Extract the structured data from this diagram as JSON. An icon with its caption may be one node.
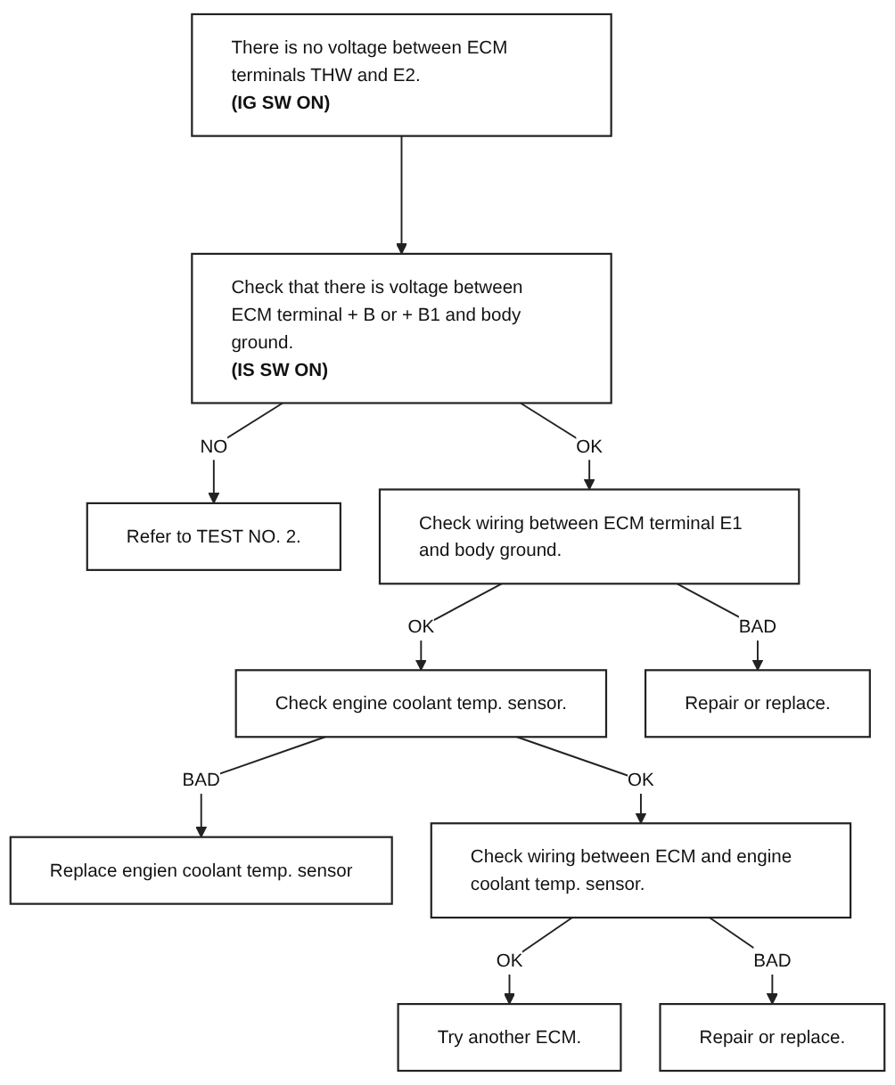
{
  "diagram": {
    "nodes": [
      {
        "text": [
          "There is no voltage between ECM terminals THW and E2.",
          "(IG SW ON)"
        ]
      },
      {
        "text": [
          "Check that there is voltage between ECM terminal + B or + B1 and body ground.",
          "(IS SW ON)"
        ]
      },
      {
        "text": [
          "Refer to TEST NO. 2."
        ]
      },
      {
        "text": [
          "Check wiring between ECM terminal E1 and body ground."
        ]
      },
      {
        "text": [
          "Check engine coolant temp. sensor."
        ]
      },
      {
        "text": [
          "Repair or replace."
        ]
      },
      {
        "text": [
          "Replace engien coolant temp. sensor"
        ]
      },
      {
        "text": [
          "Check wiring between ECM and engine coolant temp. sensor."
        ]
      },
      {
        "text": [
          "Try another ECM."
        ]
      },
      {
        "text": [
          "Repair or replace."
        ]
      }
    ],
    "edges": [
      {
        "from": 0,
        "to": 1,
        "arrow": "to"
      },
      {
        "from": 1,
        "to": 3,
        "arrow": "to",
        "label": "OK"
      },
      {
        "from": 1,
        "to": 2,
        "arrow": "to",
        "label": "NO"
      },
      {
        "from": 3,
        "to": 4,
        "arrow": "to",
        "label": "OK"
      },
      {
        "from": 3,
        "to": 5,
        "arrow": "to",
        "label": "BAD"
      },
      {
        "from": 4,
        "to": 6,
        "arrow": "to",
        "label": "BAD"
      },
      {
        "from": 4,
        "to": 7,
        "arrow": "to",
        "label": "OK"
      },
      {
        "from": 7,
        "to": 8,
        "arrow": "to",
        "label": "OK"
      },
      {
        "from": 7,
        "to": 9,
        "arrow": "to",
        "label": "BAD"
      }
    ]
  }
}
